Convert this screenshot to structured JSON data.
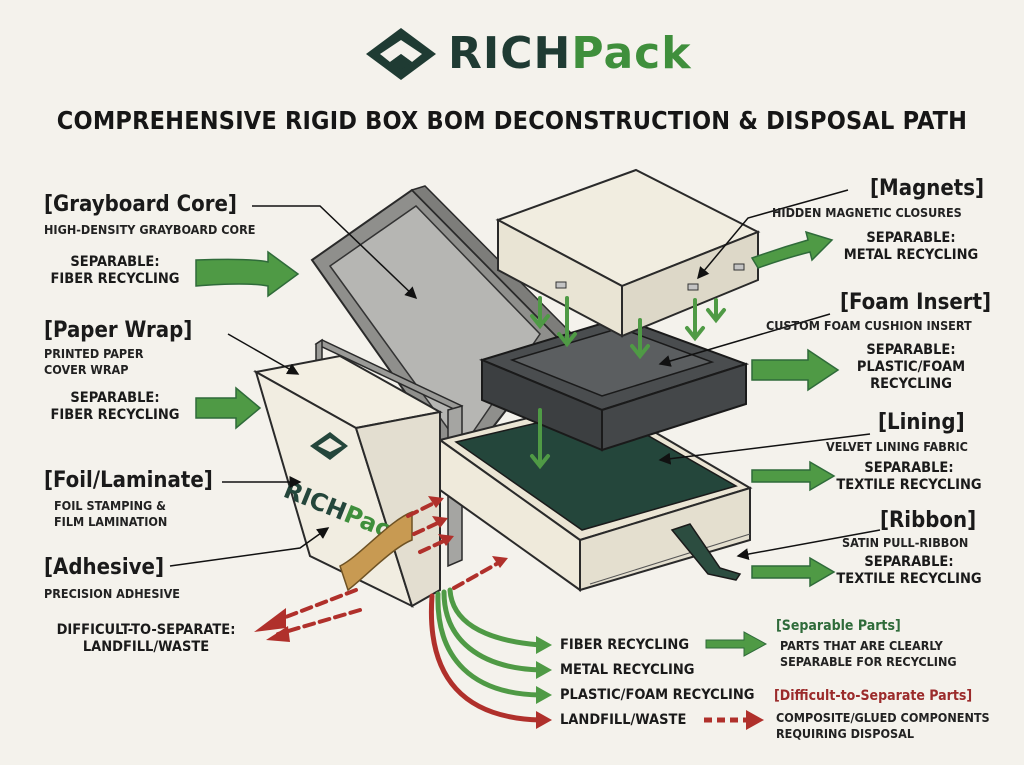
{
  "brand": {
    "name_main": "RICH",
    "name_accent": "Pack"
  },
  "title": "COMPREHENSIVE RIGID BOX BOM DECONSTRUCTION & DISPOSAL PATH",
  "components": {
    "grayboard": {
      "label": "[Grayboard Core]",
      "desc": "HIGH-DENSITY GRAYBOARD CORE",
      "path1": "SEPARABLE:",
      "path2": "FIBER RECYCLING"
    },
    "paper_wrap": {
      "label": "[Paper Wrap]",
      "desc1": "PRINTED PAPER",
      "desc2": "COVER WRAP",
      "path1": "SEPARABLE:",
      "path2": "FIBER RECYCLING"
    },
    "foil": {
      "label": "[Foil/Laminate]",
      "desc1": "FOIL STAMPING &",
      "desc2": "FILM LAMINATION"
    },
    "adhesive": {
      "label": "[Adhesive]",
      "desc": "PRECISION ADHESIVE"
    },
    "magnets": {
      "label": "[Magnets]",
      "desc": "HIDDEN MAGNETIC CLOSURES",
      "path1": "SEPARABLE:",
      "path2": "METAL RECYCLING"
    },
    "foam": {
      "label": "[Foam Insert]",
      "desc": "CUSTOM FOAM CUSHION INSERT",
      "path1": "SEPARABLE:",
      "path2": "PLASTIC/FOAM",
      "path3": "RECYCLING"
    },
    "lining": {
      "label": "[Lining]",
      "desc": "VELVET LINING FABRIC",
      "path1": "SEPARABLE:",
      "path2": "TEXTILE RECYCLING"
    },
    "ribbon": {
      "label": "[Ribbon]",
      "desc": "SATIN PULL-RIBBON",
      "path1": "SEPARABLE:",
      "path2": "TEXTILE RECYCLING"
    }
  },
  "waste": {
    "line1": "DIFFICULT-TO-SEPARATE:",
    "line2": "LANDFILL/WASTE"
  },
  "streams": [
    "FIBER RECYCLING",
    "METAL RECYCLING",
    "PLASTIC/FOAM RECYCLING",
    "LANDFILL/WASTE"
  ],
  "legend": {
    "separable_title": "[Separable Parts]",
    "separable_desc1": "PARTS THAT ARE CLEARLY",
    "separable_desc2": "SEPARABLE FOR RECYCLING",
    "difficult_title": "[Difficult-to-Separate Parts]",
    "difficult_desc1": "COMPOSITE/GLUED COMPONENTS",
    "difficult_desc2": "REQUIRING DISPOSAL"
  },
  "colors": {
    "green": "#4f9a45",
    "red": "#b0302b",
    "dark_green": "#1f3b33",
    "foam": "#4a4d4f",
    "lining": "#24463b",
    "board": "#a9a9a6",
    "cream": "#efeadb"
  }
}
